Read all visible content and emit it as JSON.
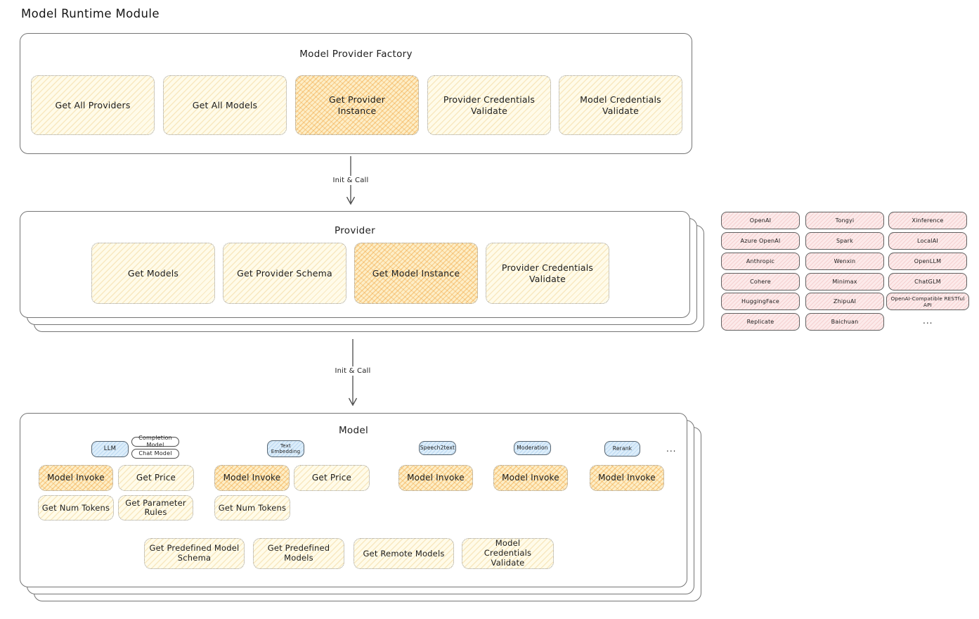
{
  "page_title": "Model Runtime Module",
  "colors": {
    "yellow_fill": "#fffbe9",
    "orange_fill": "#fdeec7",
    "pink_fill": "#fceaea",
    "blue_fill": "#dcedfa",
    "frame_stroke": "#757575"
  },
  "arrow_label_1": "Init & Call",
  "arrow_label_2": "Init & Call",
  "factory": {
    "title": "Model Provider Factory",
    "items": [
      "Get All Providers",
      "Get All Models",
      "Get Provider Instance",
      "Provider Credentials Validate",
      "Model Credentials Validate"
    ]
  },
  "provider": {
    "title": "Provider",
    "items": [
      "Get Models",
      "Get Provider Schema",
      "Get Model Instance",
      "Provider Credentials Validate"
    ]
  },
  "providers_list": {
    "col1": [
      "OpenAI",
      "Azure OpenAI",
      "Anthropic",
      "Cohere",
      "HuggingFace",
      "Replicate"
    ],
    "col2": [
      "Tongyi",
      "Spark",
      "Wenxin",
      "Minimax",
      "ZhipuAI",
      "Baichuan"
    ],
    "col3": [
      "Xinference",
      "LocalAI",
      "OpenLLM",
      "ChatGLM",
      "OpenAI-Compatible RESTful API"
    ],
    "more": "..."
  },
  "model": {
    "title": "Model",
    "tabs": {
      "llm": "LLM",
      "completion_model": "Completion Model",
      "chat_model": "Chat Model",
      "text_embedding": "Text Embedding",
      "speech2text": "Speech2text",
      "moderation": "Moderation",
      "rerank": "Rerank",
      "more": "..."
    },
    "ops": {
      "model_invoke": "Model Invoke",
      "get_price": "Get Price",
      "get_num_tokens": "Get Num Tokens",
      "get_parameter_rules": "Get Parameter Rules"
    },
    "bottom": [
      "Get Predefined Model Schema",
      "Get Predefined Models",
      "Get Remote Models",
      "Model Credentials Validate"
    ]
  }
}
